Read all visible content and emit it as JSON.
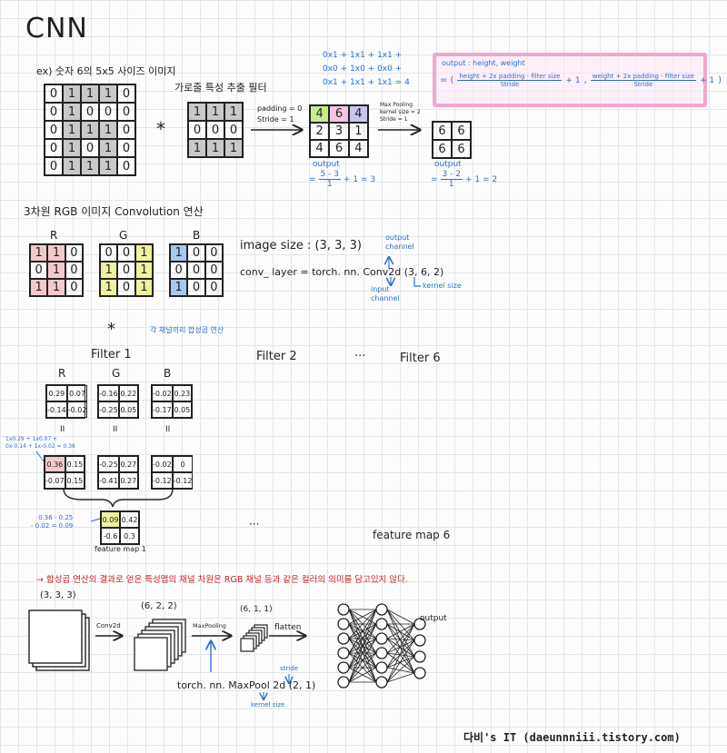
{
  "title": "CNN",
  "ex": {
    "label": "ex) 숫자 6의 5x5 사이즈 이미지",
    "input": [
      [
        0,
        1,
        1,
        1,
        0
      ],
      [
        0,
        1,
        0,
        0,
        0
      ],
      [
        0,
        1,
        1,
        1,
        0
      ],
      [
        0,
        1,
        0,
        1,
        0
      ],
      [
        0,
        1,
        1,
        1,
        0
      ]
    ],
    "star": "*",
    "filter_label": "가로줄 특성 추출 필터",
    "filter": [
      [
        1,
        1,
        1
      ],
      [
        0,
        0,
        0
      ],
      [
        1,
        1,
        1
      ]
    ],
    "conv_params": [
      "padding = 0",
      "Stride = 1"
    ],
    "calc_lines": [
      "0x1 + 1x1 + 1x1 +",
      "0x0 + 1x0 + 0x0 +",
      "0x1 + 1x1 + 1x1 = 4"
    ],
    "conv_out": [
      [
        4,
        6,
        4
      ],
      [
        2,
        3,
        1
      ],
      [
        4,
        6,
        4
      ]
    ],
    "pool_params": [
      "Max Pooling",
      "kernel size = 2",
      "Stride = 1"
    ],
    "pool_out": [
      [
        6,
        6
      ],
      [
        6,
        6
      ]
    ],
    "conv_output_label": "output",
    "conv_output_formula": {
      "prefix": "=",
      "num": "5 - 3",
      "den": "1",
      "suffix": "+ 1 = 3"
    },
    "pool_output_label": "output",
    "pool_output_formula": {
      "prefix": "=",
      "num": "3 - 2",
      "den": "1",
      "suffix": "+ 1 = 2"
    }
  },
  "formula_box": {
    "title": "output : height, weight",
    "num1": "height + 2x padding - filter size",
    "den1": "Stride",
    "plus1": "+ 1",
    "num2": "weight + 2x padding - filter size",
    "den2": "Stride",
    "plus2": "+ 1"
  },
  "rgb": {
    "heading": "3차원 RGB 이미지 Convolution 연산",
    "channels": [
      {
        "label": "R",
        "values": [
          [
            1,
            1,
            0
          ],
          [
            0,
            1,
            0
          ],
          [
            1,
            1,
            0
          ]
        ],
        "color": "#f4c9cc"
      },
      {
        "label": "G",
        "values": [
          [
            0,
            0,
            1
          ],
          [
            1,
            0,
            1
          ],
          [
            1,
            0,
            1
          ]
        ],
        "color": "#eef29c"
      },
      {
        "label": "B",
        "values": [
          [
            1,
            0,
            0
          ],
          [
            0,
            0,
            0
          ],
          [
            1,
            0,
            0
          ]
        ],
        "color": "#a9c8ec"
      }
    ],
    "image_size": "image size :  (3, 3, 3)",
    "conv_layer": "conv_ layer = torch. nn. Conv2d (3, 6, 2)",
    "output_channel": "output channel",
    "input_channel": "input channel",
    "kernel_size": "kernel size",
    "star": "*",
    "note": "각 채널끼리 합성곱 연산"
  },
  "filters": {
    "f1": "Filter 1",
    "f2": "Filter 2",
    "dots": "···",
    "f6": "Filter 6",
    "channels": [
      "R",
      "G",
      "B"
    ],
    "weights": [
      [
        [
          "0.29",
          "0.07"
        ],
        [
          "-0.14",
          "-0.02"
        ]
      ],
      [
        [
          "-0.16",
          "0.22"
        ],
        [
          "-0.25",
          "0.05"
        ]
      ],
      [
        [
          "-0.02",
          "0.23"
        ],
        [
          "-0.17",
          "0.05"
        ]
      ]
    ],
    "equals": "II",
    "results": [
      [
        [
          "0.36",
          "0.15"
        ],
        [
          "-0.07",
          "0.15"
        ]
      ],
      [
        [
          "-0.25",
          "0.27"
        ],
        [
          "-0.41",
          "0.27"
        ]
      ],
      [
        [
          "-0.02",
          "0"
        ],
        [
          "-0.12",
          "-0.12"
        ]
      ]
    ],
    "calc_note": [
      "1x0.29 + 1x0.07 +",
      "0x-0.14 + 1x-0.02 = 0.36"
    ],
    "sum_note": [
      "0.36 - 0.25",
      "- 0.02 = 0.09"
    ],
    "feature_map": [
      [
        "0.09",
        "0.42"
      ],
      [
        "-0.6",
        "0.3"
      ]
    ],
    "fm1_label": "feature map 1",
    "fm_dots": "···",
    "fm6_label": "feature map 6"
  },
  "red_note": "→ 합성곱 연산의 결과로 얻은 특성맵의 채널 차원은 RGB 채널 등과 같은 컬러의 의미를 담고있지 않다.",
  "pipeline": {
    "shape1": "(3, 3, 3)",
    "conv_label": "Conv2d",
    "shape2": "(6, 2, 2)",
    "pool_label": "MaxPooling",
    "shape3": "(6, 1, 1)",
    "flatten_label": "flatten",
    "output_label": "output",
    "maxpool_call": "torch. nn. MaxPool 2d (2, 1)",
    "stride_label": "stride",
    "kernel_label": "kernel size"
  },
  "credit": "다비's IT (daeunnniii.tistory.com)"
}
